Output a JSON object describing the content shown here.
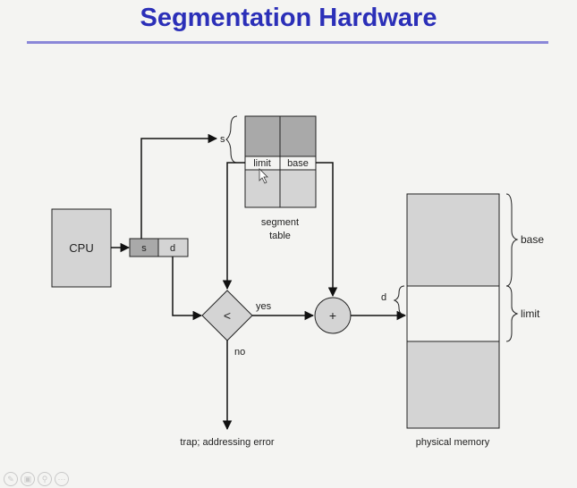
{
  "title": "Segmentation Hardware",
  "cpu_label": "CPU",
  "address": {
    "s": "s",
    "d": "d"
  },
  "segment_table": {
    "limit_label": "limit",
    "base_label": "base",
    "caption_line1": "segment",
    "caption_line2": "table",
    "index_label": "s"
  },
  "comparator_label": "<",
  "adder_label": "+",
  "yes_label": "yes",
  "no_label": "no",
  "trap_label": "trap; addressing error",
  "memory": {
    "base_label": "base",
    "limit_label": "limit",
    "d_label": "d",
    "caption": "physical  memory"
  },
  "colors": {
    "title": "#2b2fb8",
    "rule": "#8a87d8",
    "box_fill": "#d4d4d4",
    "dark_fill": "#a9a9a9"
  },
  "nav_icons": [
    "pen-icon",
    "save-icon",
    "zoom-icon",
    "more-icon"
  ]
}
